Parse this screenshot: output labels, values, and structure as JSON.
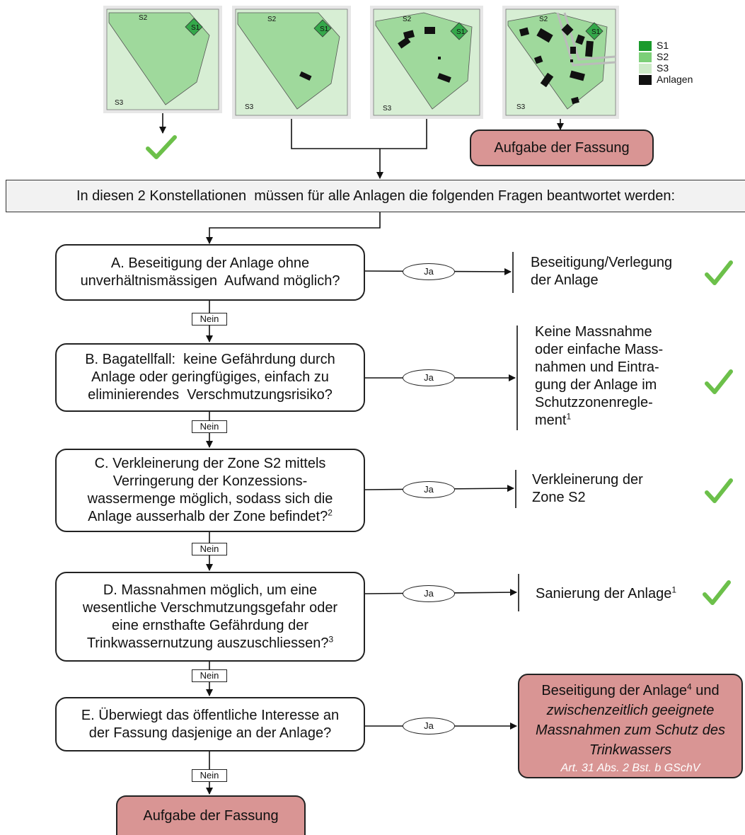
{
  "colors": {
    "S1": "#2e9e3a",
    "S2": "#8fcf8d",
    "S3": "#cfeacc",
    "Anlagen": "#111111",
    "red_box": "#d99594",
    "check": "#6cc04a"
  },
  "maps": [
    {
      "s1": "S1",
      "s2": "S2",
      "s3": "S3"
    },
    {
      "s1": "S1",
      "s2": "S2",
      "s3": "S3"
    },
    {
      "s1": "S1",
      "s2": "S2",
      "s3": "S3"
    },
    {
      "s1": "S1",
      "s2": "S2",
      "s3": "S3"
    }
  ],
  "legend": {
    "items": [
      {
        "label": "S1",
        "color": "#1a9a2c"
      },
      {
        "label": "S2",
        "color": "#7ccf78"
      },
      {
        "label": "S3",
        "color": "#cdeac8"
      },
      {
        "label": "Anlagen",
        "color": "#111111"
      }
    ]
  },
  "top_outcome": "Aufgabe der Fassung",
  "banner": "In diesen 2 Konstellationen  müssen für alle Anlagen die folgenden Fragen beantwortet werden:",
  "questions": [
    {
      "lines": [
        "A. Beseitigung der Anlage ohne",
        "unverhältnismässigen  Aufwand möglich?"
      ],
      "sup": ""
    },
    {
      "lines": [
        "B. Bagatellfall:  keine Gefährdung durch",
        "Anlage oder geringfügiges, einfach zu",
        "eliminierendes  Verschmutzungsrisiko?"
      ],
      "sup": ""
    },
    {
      "lines": [
        "C. Verkleinerung der Zone S2 mittels",
        "Verringerung der Konzessions-",
        "wassermenge möglich, sodass sich die",
        "Anlage ausserhalb der Zone befindet?"
      ],
      "sup": "2"
    },
    {
      "lines": [
        "D. Massnahmen möglich, um eine",
        "wesentliche Verschmutzungsgefahr oder",
        "eine ernsthafte Gefährdung der",
        "Trinkwassernutzung auszuschliessen?"
      ],
      "sup": "3"
    },
    {
      "lines": [
        "E. Überwiegt das öffentliche Interesse an",
        "der Fassung dasjenige an der Anlage?"
      ],
      "sup": ""
    }
  ],
  "ja_label": "Ja",
  "nein_label": "Nein",
  "results": [
    {
      "lines": [
        "Beseitigung/Verlegung",
        "der Anlage"
      ],
      "sup": ""
    },
    {
      "lines": [
        "Keine Massnahme",
        "oder einfache Mass-",
        "nahmen und Eintra-",
        "gung der Anlage im",
        "Schutzzonenregle-",
        "ment"
      ],
      "sup": "1"
    },
    {
      "lines": [
        "Verkleinerung der",
        "Zone S2"
      ],
      "sup": ""
    },
    {
      "lines": [
        "Sanierung der Anlage"
      ],
      "sup": "1"
    }
  ],
  "final_result": {
    "line1": "Beseitigung der Anlage",
    "line1_sup": "4",
    "line1_end": " und",
    "italic_lines": [
      "zwischenzeitlich geeignete",
      "Massnahmen zum Schutz des",
      "Trinkwassers"
    ],
    "reference": "Art. 31 Abs. 2 Bst. b GSchV"
  },
  "bottom_outcome": "Aufgabe der Fassung"
}
